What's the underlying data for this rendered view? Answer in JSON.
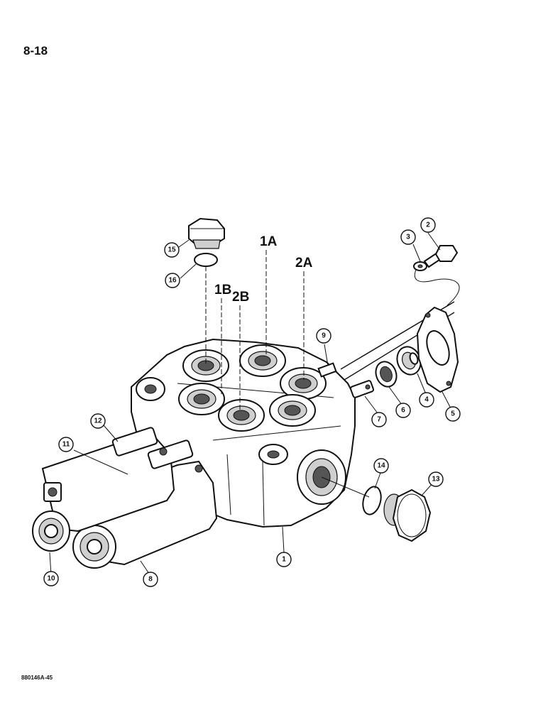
{
  "page_number": "8-18",
  "figure_id": "880146A-45",
  "port_labels": {
    "p1a": "1A",
    "p2a": "2A",
    "p1b": "1B",
    "p2b": "2B"
  },
  "callouts": {
    "c1": "1",
    "c2": "2",
    "c3": "3",
    "c4": "4",
    "c5": "5",
    "c6": "6",
    "c7": "7",
    "c8": "8",
    "c9": "9",
    "c10": "10",
    "c11": "11",
    "c12": "12",
    "c13": "13",
    "c14": "14",
    "c15": "15",
    "c16": "16"
  }
}
